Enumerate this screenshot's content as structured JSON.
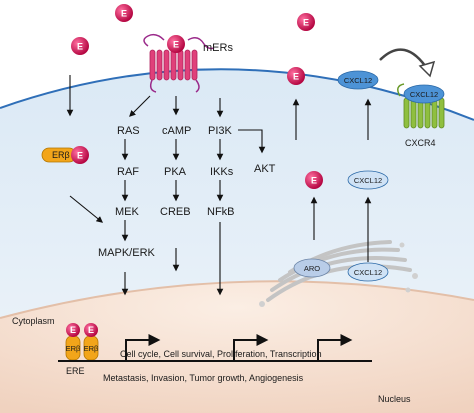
{
  "colors": {
    "cytoplasm_fill": "#e9f1f8",
    "membrane_blue": "#2f6fb8",
    "nucleus_fill": "#f3dccc",
    "estrogen_red": "#d4145a",
    "receptor_orange": "#f2a51a",
    "mers_pink": "#e0407a",
    "cxcl12_blue": "#4d93d6",
    "cxcr4_green": "#8fbf3f",
    "aro_blue": "#b9cde8",
    "golgi_gray": "#bdbdbd"
  },
  "ligand": {
    "label": "E"
  },
  "receptors": {
    "mers": "mERs",
    "erb": "ERβ",
    "aro": "ARO",
    "cxcl12": "CXCL12",
    "cxcr4": "CXCR4"
  },
  "pathway_mapk": [
    "RAS",
    "RAF",
    "MEK",
    "MAPK/ERK"
  ],
  "pathway_camp": [
    "cAMP",
    "PKA",
    "CREB"
  ],
  "pathway_pi3k": [
    "PI3K",
    "IKKs",
    "NFkB",
    "AKT"
  ],
  "compartments": {
    "cytoplasm": "Cytoplasm",
    "nucleus": "Nucleus"
  },
  "dna": {
    "ere": "ERE",
    "outcomes_top": "Cell cycle, Cell survival, Proliferation, Transcription",
    "outcomes_bottom": "Metastasis, Invasion, Tumor growth, Angiogenesis"
  }
}
